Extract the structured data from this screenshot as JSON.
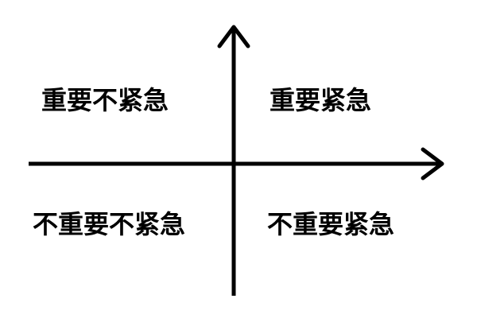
{
  "diagram": {
    "quadrants": {
      "top_left": "重要不紧急",
      "top_right": "重要紧急",
      "bottom_left": "不重要不紧急",
      "bottom_right": "不重要紧急"
    },
    "axis_color": "#000000",
    "text_color": "#000000"
  }
}
